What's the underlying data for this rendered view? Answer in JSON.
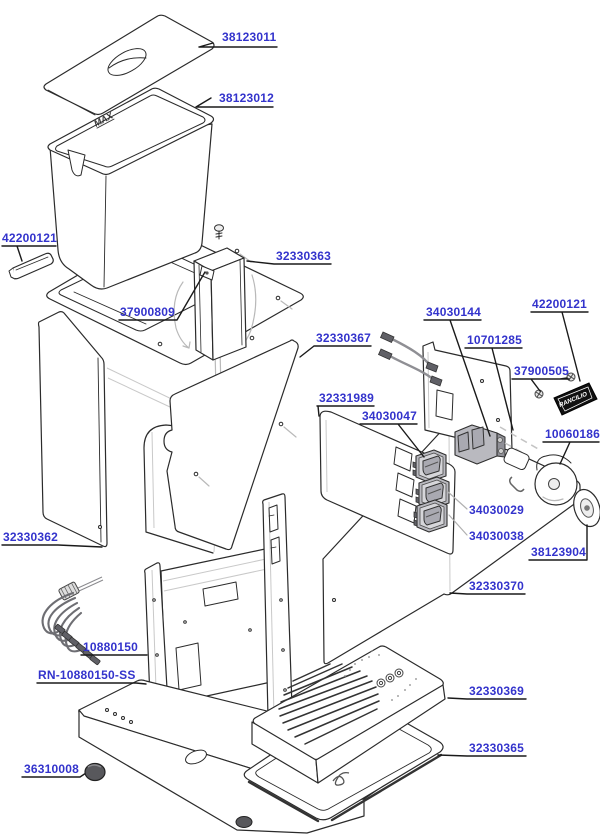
{
  "page": {
    "background": "#ffffff",
    "kind": "exploded-parts-diagram"
  },
  "accent_colors": {
    "label_blue": "#3333cc",
    "line_black": "#2b2b2b",
    "foot_gray": "#58585c"
  },
  "labels": {
    "lid": {
      "text": "38123011"
    },
    "tank": {
      "text": "38123012"
    },
    "bracket_left": {
      "text": "42200121"
    },
    "top_plate": {
      "text": "32330363"
    },
    "boiler": {
      "text": "37900809"
    },
    "panel_mid": {
      "text": "32330367"
    },
    "thermostat": {
      "text": "34030144"
    },
    "switch_double": {
      "text": "10701285"
    },
    "bracket_right": {
      "text": "42200121"
    },
    "badge_screws": {
      "text": "37900505"
    },
    "control_housing": {
      "text": "32331989"
    },
    "switch_top": {
      "text": "34030047"
    },
    "valve_knob": {
      "text": "10060186"
    },
    "switch_mid": {
      "text": "34030029"
    },
    "switch_bottom": {
      "text": "34030038"
    },
    "knob_flange": {
      "text": "38123904"
    },
    "panel_left": {
      "text": "32330362"
    },
    "panel_rear": {
      "text": "32330370"
    },
    "frame": {
      "text": "10880150"
    },
    "frame_ss": {
      "text": "RN-10880150-SS"
    },
    "foot": {
      "text": "36310008"
    },
    "tray_cover": {
      "text": "32330369"
    },
    "drip_tray": {
      "text": "32330365"
    }
  },
  "markings": {
    "max": "MAX",
    "brand": "RANCILIO"
  }
}
